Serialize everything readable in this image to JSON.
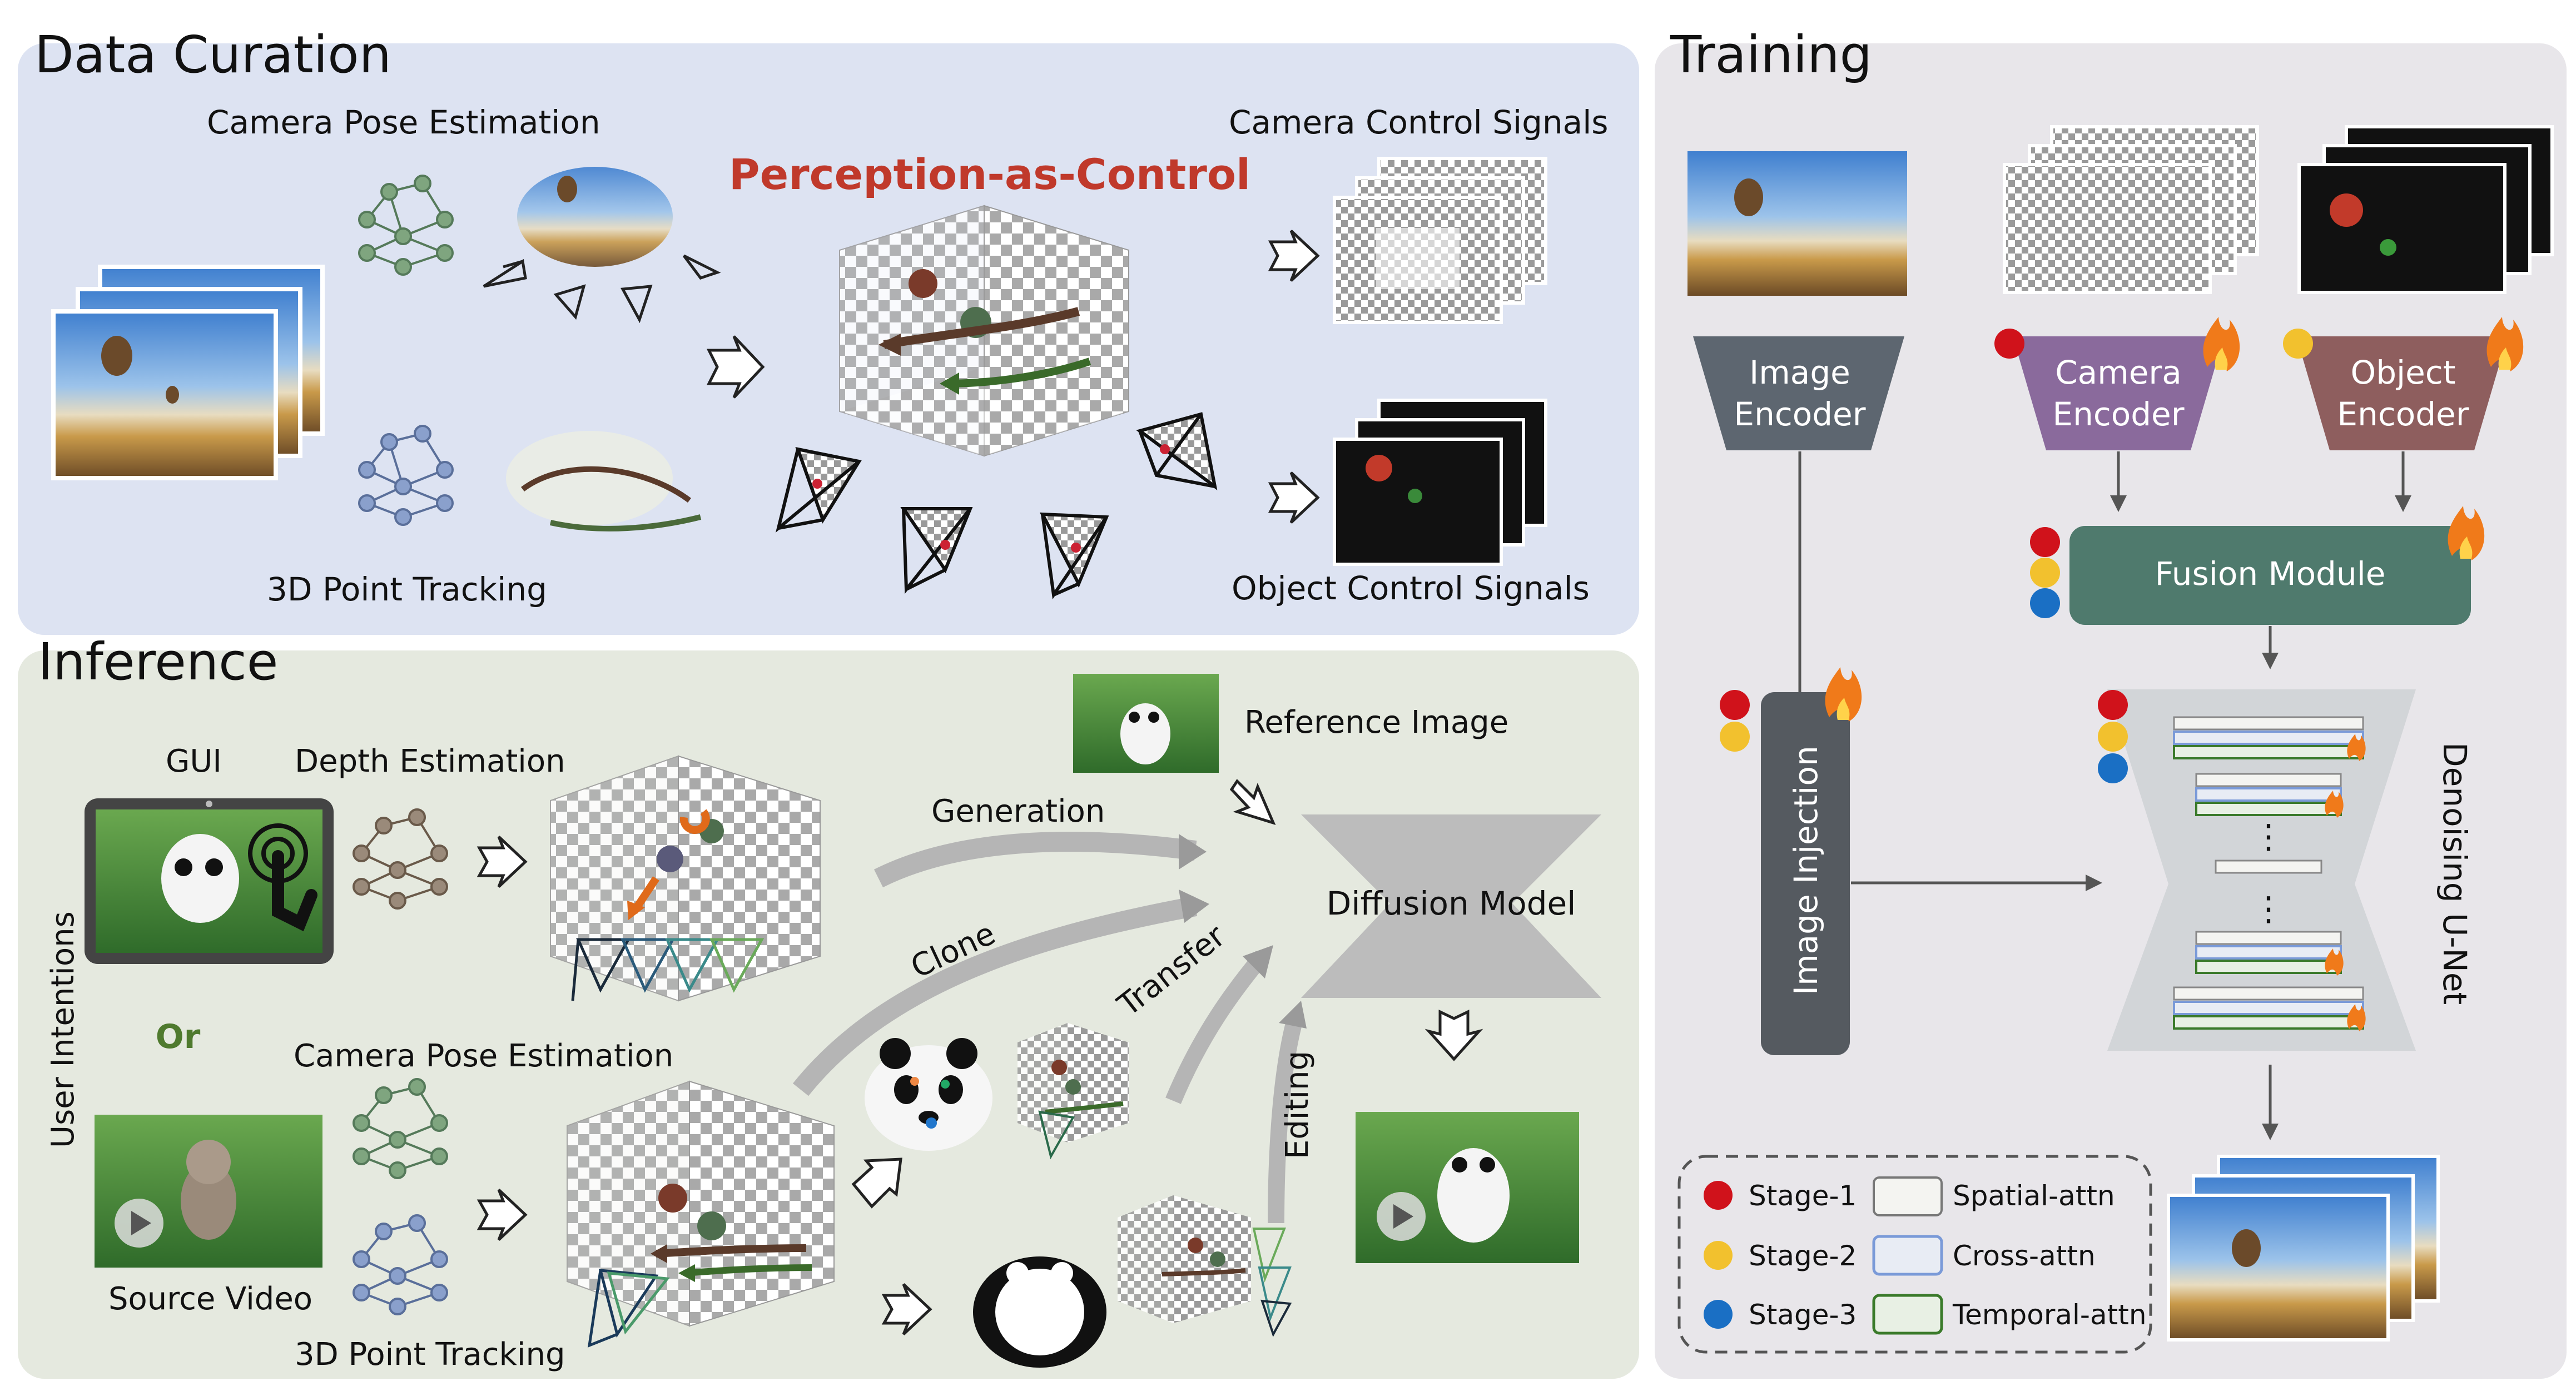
{
  "panels": {
    "data_curation": "Data Curation",
    "training": "Training",
    "inference": "Inference"
  },
  "data_curation": {
    "camera_pose_estimation": "Camera Pose Estimation",
    "point_tracking": "3D Point Tracking",
    "center_title": "Perception-as-Control",
    "camera_signals": "Camera Control Signals",
    "object_signals": "Object Control Signals"
  },
  "inference": {
    "gui": "GUI",
    "depth_estimation": "Depth Estimation",
    "or": "Or",
    "camera_pose_estimation": "Camera Pose Estimation",
    "user_intentions": "User Intentions",
    "source_video": "Source Video",
    "point_tracking": "3D Point Tracking",
    "reference_image": "Reference Image",
    "generation": "Generation",
    "clone": "Clone",
    "transfer": "Transfer",
    "editing": "Editing",
    "diffusion_model": "Diffusion Model"
  },
  "training": {
    "image_encoder_1": "Image",
    "image_encoder_2": "Encoder",
    "camera_encoder_1": "Camera",
    "camera_encoder_2": "Encoder",
    "object_encoder_1": "Object",
    "object_encoder_2": "Encoder",
    "fusion_module": "Fusion Module",
    "image_injection": "Image Injection",
    "denoising_unet": "Denoising U-Net",
    "legend": {
      "stage1": "Stage-1",
      "stage2": "Stage-2",
      "stage3": "Stage-3",
      "spatial": "Spatial-attn",
      "cross": "Cross-attn",
      "temporal": "Temporal-attn"
    },
    "ellipsis_1": "⋮",
    "ellipsis_2": "⋮"
  },
  "colors": {
    "curation_bg": "#dde3f2",
    "inference_bg": "#e5e9df",
    "training_bg": "#e8e6ea",
    "title_red": "#c0392b",
    "stage1_red": "#d0121b",
    "stage2_yellow": "#f2c12e",
    "stage3_blue": "#1a6fc4",
    "camera_encoder": "#8a6a9c",
    "object_encoder": "#8e5e5e",
    "image_encoder": "#5d6670",
    "fusion": "#4f7a6d",
    "injection": "#555a60",
    "or_green": "#4f7a2e"
  }
}
